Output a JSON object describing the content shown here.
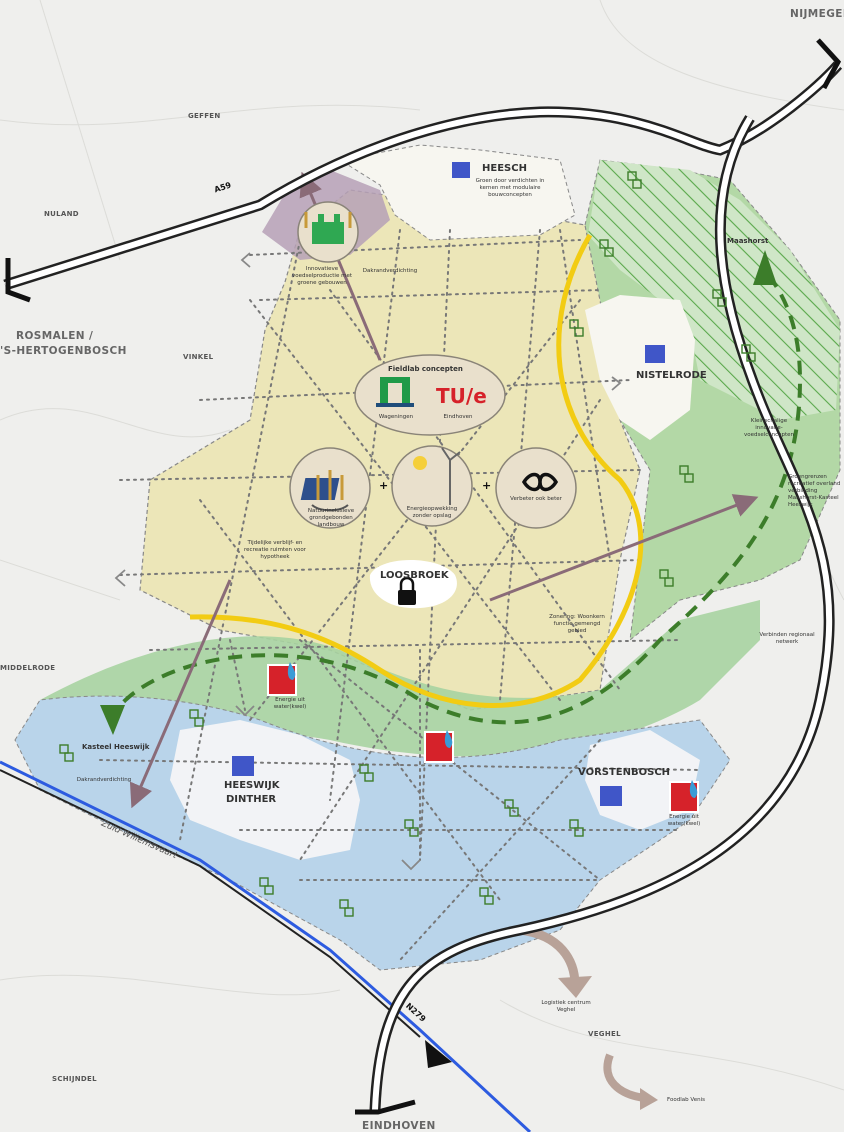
{
  "places": {
    "nijmegen": "NIJMEGEN",
    "geffen": "GEFFEN",
    "nuland": "NULAND",
    "rosmalen": "ROSMALEN /",
    "hertogenbosch": "'S-HERTOGENBOSCH",
    "vinkel": "VINKEL",
    "heesch": "HEESCH",
    "nistelrode": "NISTELRODE",
    "loosbroek": "LOOSBROEK",
    "middelrode": "MIDDELRODE",
    "heeswijk": "HEESWIJK",
    "dinther": "DINTHER",
    "vorstenbosch": "VORSTENBOSCH",
    "veghel": "VEGHEL",
    "schijndel": "SCHIJNDEL",
    "eindhoven": "EINDHOVEN",
    "maashorst": "Maashorst",
    "kasteel_heeswijk": "Kasteel Heeswijk"
  },
  "roads": {
    "a59": "A59",
    "n279": "N279",
    "canal": "Zuid Willemsvaart"
  },
  "annotations": {
    "heesch_note": "Groen door verdichten in kernen met modulaire bouwconcepten",
    "innovation": "Innovatieve voedselproductie met groene gebouwen",
    "dak_left": "Dakrandverdichting",
    "dak_heeswijk": "Dakrandverdichting",
    "fieldlab_title": "Fieldlab concepten",
    "wageningen": "Wageningen",
    "eindhoven_uni": "Eindhoven",
    "tue": "TU/e",
    "natuurinclusief": "Natuurinclusieve grondgebonden landbouw",
    "energieopwekking": "Energieopwekking zonder opslag",
    "verbeter": "Verbeter ook beter",
    "plus1": "+",
    "plus2": "+",
    "tijdelijk": "Tijdelijke verblijf- en recreatie ruimten voor hypotheek",
    "zonering": "Zonering: Woonkern functie gemengd gebied",
    "maashorst_note": "Kleinschalige innovatie- voedselconcepten",
    "groen_note": "Groengrenzen recreatief overland verbinding Maashorst-Kasteel Heeswijk",
    "verbinden": "Verbinden regionaal netwerk",
    "water1": "Energie uit water(kwel)",
    "water2": "Energie uit water(kwel)",
    "logistiek": "Logistiek centrum Veghel",
    "foodlab": "Foodlab Venis"
  },
  "colors": {
    "background": "#efefed",
    "yellow_zone": "#ece6b8",
    "green_hatch": "#7cbe6e",
    "green_band": "#a7d3a1",
    "blue_zone": "#b9d4ea",
    "yellow_line": "#f2cc13",
    "green_dash": "#3c7d2a",
    "arrow": "#8a6b78",
    "road": "#111111",
    "canal": "#2d5be0"
  }
}
